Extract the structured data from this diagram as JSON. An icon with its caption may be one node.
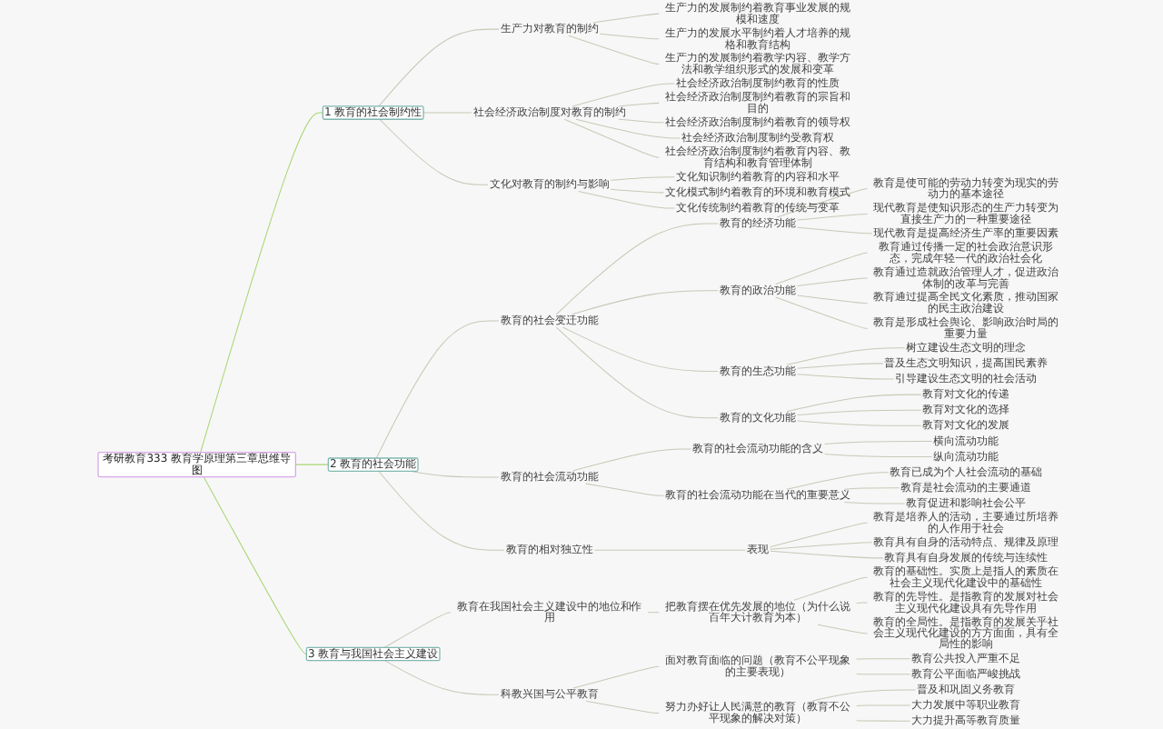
{
  "diagram": {
    "nodes": [
      {
        "text": [
          "考研教育333 教育学原理第三章思维导图"
        ]
      },
      {
        "text": [
          "1 教育的社会制约性"
        ]
      },
      {
        "text": [
          "生产力对教育的制约"
        ]
      },
      {
        "text": [
          "生产力的发展制约着教育事业发展的规模和速度"
        ]
      },
      {
        "text": [
          "生产力的发展水平制约着人才培养的规格和教育结构"
        ]
      },
      {
        "text": [
          "生产力的发展制约着教学内容、教学方法和教学组织形式的发展和变革"
        ]
      },
      {
        "text": [
          "社会经济政治制度对教育的制约"
        ]
      },
      {
        "text": [
          "社会经济政治制度制约教育的性质"
        ]
      },
      {
        "text": [
          "社会经济政治制度制约着教育的宗旨和目的"
        ]
      },
      {
        "text": [
          "社会经济政治制度制约着教育的领导权"
        ]
      },
      {
        "text": [
          "社会经济政治制度制约受教育权"
        ]
      },
      {
        "text": [
          "社会经济政治制度制约着教育内容、教育结构和教育管理体制"
        ]
      },
      {
        "text": [
          "文化对教育的制约与影响"
        ]
      },
      {
        "text": [
          "文化知识制约着教育的内容和水平"
        ]
      },
      {
        "text": [
          "文化模式制约着教育的环境和教育模式"
        ]
      },
      {
        "text": [
          "文化传统制约着教育的传统与变革"
        ]
      },
      {
        "text": [
          "2 教育的社会功能"
        ]
      },
      {
        "text": [
          "教育的社会变迁功能"
        ]
      },
      {
        "text": [
          "教育的经济功能"
        ]
      },
      {
        "text": [
          "教育是使可能的劳动力转变为现实的劳动力的基本途径"
        ]
      },
      {
        "text": [
          "现代教育是使知识形态的生产力转变为直接生产力的一种重要途径"
        ]
      },
      {
        "text": [
          "现代教育是提高经济生产率的重要因素"
        ]
      },
      {
        "text": [
          "教育的政治功能"
        ]
      },
      {
        "text": [
          "教育通过传播一定的社会政治意识形态，完成年轻一代的政治社会化"
        ]
      },
      {
        "text": [
          "教育通过造就政治管理人才，促进政治体制的改革与完善"
        ]
      },
      {
        "text": [
          "教育通过提高全民文化素质，推动国家的民主政治建设"
        ]
      },
      {
        "text": [
          "教育是形成社会舆论、影响政治时局的重要力量"
        ]
      },
      {
        "text": [
          "教育的生态功能"
        ]
      },
      {
        "text": [
          "树立建设生态文明的理念"
        ]
      },
      {
        "text": [
          "普及生态文明知识，提高国民素养"
        ]
      },
      {
        "text": [
          "引导建设生态文明的社会活动"
        ]
      },
      {
        "text": [
          "教育的文化功能"
        ]
      },
      {
        "text": [
          "教育对文化的传递"
        ]
      },
      {
        "text": [
          "教育对文化的选择"
        ]
      },
      {
        "text": [
          "教育对文化的发展"
        ]
      },
      {
        "text": [
          "教育的社会流动功能"
        ]
      },
      {
        "text": [
          "教育的社会流动功能的含义"
        ]
      },
      {
        "text": [
          "横向流动功能"
        ]
      },
      {
        "text": [
          "纵向流动功能"
        ]
      },
      {
        "text": [
          "教育的社会流动功能在当代的重要意义"
        ]
      },
      {
        "text": [
          "教育已成为个人社会流动的基础"
        ]
      },
      {
        "text": [
          "教育是社会流动的主要通道"
        ]
      },
      {
        "text": [
          "教育促进和影响社会公平"
        ]
      },
      {
        "text": [
          "教育的相对独立性"
        ]
      },
      {
        "text": [
          "表现"
        ]
      },
      {
        "text": [
          "教育是培养人的活动，主要通过所培养的人作用于社会"
        ]
      },
      {
        "text": [
          "教育具有自身的活动特点、规律及原理"
        ]
      },
      {
        "text": [
          "教育具有自身发展的传统与连续性"
        ]
      },
      {
        "text": [
          "3 教育与我国社会主义建设"
        ]
      },
      {
        "text": [
          "教育在我国社会主义建设中的地位和作用"
        ]
      },
      {
        "text": [
          "把教育摆在优先发展的地位（为什么说百年大计教育为本）"
        ]
      },
      {
        "text": [
          "教育的基础性。实质上是指人的素质在社会主义现代化建设中的基础性"
        ]
      },
      {
        "text": [
          "教育的先导性。是指教育的发展对社会主义现代化建设具有先导作用"
        ]
      },
      {
        "text": [
          "教育的全局性。是指教育的发展关乎社会主义现代化建设的方方面面，具有全局性的影响"
        ]
      },
      {
        "text": [
          "科教兴国与公平教育"
        ]
      },
      {
        "text": [
          "面对教育面临的问题（教育不公平现象的主要表现）"
        ]
      },
      {
        "text": [
          "教育公共投入严重不足"
        ]
      },
      {
        "text": [
          "教育公平面临严峻挑战"
        ]
      },
      {
        "text": [
          "努力办好让人民满意的教育（教育不公平现象的解决对策）"
        ]
      },
      {
        "text": [
          "普及和巩固义务教育"
        ]
      },
      {
        "text": [
          "大力发展中等职业教育"
        ]
      },
      {
        "text": [
          "大力提升高等教育质量"
        ]
      }
    ],
    "edges": [
      {
        "from": 0,
        "to": 1,
        "arrow": "none",
        "color": "#a8d672"
      },
      {
        "from": 0,
        "to": 16,
        "arrow": "none",
        "color": "#a8d672"
      },
      {
        "from": 0,
        "to": 48,
        "arrow": "none",
        "color": "#a8d672"
      },
      {
        "from": 1,
        "to": 2,
        "arrow": "none"
      },
      {
        "from": 2,
        "to": 3,
        "arrow": "none"
      },
      {
        "from": 2,
        "to": 4,
        "arrow": "none"
      },
      {
        "from": 2,
        "to": 5,
        "arrow": "none"
      },
      {
        "from": 1,
        "to": 6,
        "arrow": "none"
      },
      {
        "from": 6,
        "to": 7,
        "arrow": "none"
      },
      {
        "from": 6,
        "to": 8,
        "arrow": "none"
      },
      {
        "from": 6,
        "to": 9,
        "arrow": "none"
      },
      {
        "from": 6,
        "to": 10,
        "arrow": "none"
      },
      {
        "from": 6,
        "to": 11,
        "arrow": "none"
      },
      {
        "from": 1,
        "to": 12,
        "arrow": "none"
      },
      {
        "from": 12,
        "to": 13,
        "arrow": "none"
      },
      {
        "from": 12,
        "to": 14,
        "arrow": "none"
      },
      {
        "from": 12,
        "to": 15,
        "arrow": "none"
      },
      {
        "from": 16,
        "to": 17,
        "arrow": "none"
      },
      {
        "from": 17,
        "to": 18,
        "arrow": "none"
      },
      {
        "from": 18,
        "to": 19,
        "arrow": "none"
      },
      {
        "from": 18,
        "to": 20,
        "arrow": "none"
      },
      {
        "from": 18,
        "to": 21,
        "arrow": "none"
      },
      {
        "from": 17,
        "to": 22,
        "arrow": "none"
      },
      {
        "from": 22,
        "to": 23,
        "arrow": "none"
      },
      {
        "from": 22,
        "to": 24,
        "arrow": "none"
      },
      {
        "from": 22,
        "to": 25,
        "arrow": "none"
      },
      {
        "from": 22,
        "to": 26,
        "arrow": "none"
      },
      {
        "from": 17,
        "to": 27,
        "arrow": "none"
      },
      {
        "from": 27,
        "to": 28,
        "arrow": "none"
      },
      {
        "from": 27,
        "to": 29,
        "arrow": "none"
      },
      {
        "from": 27,
        "to": 30,
        "arrow": "none"
      },
      {
        "from": 17,
        "to": 31,
        "arrow": "none"
      },
      {
        "from": 31,
        "to": 32,
        "arrow": "none"
      },
      {
        "from": 31,
        "to": 33,
        "arrow": "none"
      },
      {
        "from": 31,
        "to": 34,
        "arrow": "none"
      },
      {
        "from": 16,
        "to": 35,
        "arrow": "none"
      },
      {
        "from": 35,
        "to": 36,
        "arrow": "none"
      },
      {
        "from": 36,
        "to": 37,
        "arrow": "none"
      },
      {
        "from": 36,
        "to": 38,
        "arrow": "none"
      },
      {
        "from": 35,
        "to": 39,
        "arrow": "none"
      },
      {
        "from": 39,
        "to": 40,
        "arrow": "none"
      },
      {
        "from": 39,
        "to": 41,
        "arrow": "none"
      },
      {
        "from": 39,
        "to": 42,
        "arrow": "none"
      },
      {
        "from": 16,
        "to": 43,
        "arrow": "none"
      },
      {
        "from": 43,
        "to": 44,
        "arrow": "none"
      },
      {
        "from": 44,
        "to": 45,
        "arrow": "none"
      },
      {
        "from": 44,
        "to": 46,
        "arrow": "none"
      },
      {
        "from": 44,
        "to": 47,
        "arrow": "none"
      },
      {
        "from": 48,
        "to": 49,
        "arrow": "none"
      },
      {
        "from": 49,
        "to": 50,
        "arrow": "none"
      },
      {
        "from": 50,
        "to": 51,
        "arrow": "none"
      },
      {
        "from": 50,
        "to": 52,
        "arrow": "none"
      },
      {
        "from": 50,
        "to": 53,
        "arrow": "none"
      },
      {
        "from": 48,
        "to": 54,
        "arrow": "none"
      },
      {
        "from": 54,
        "to": 55,
        "arrow": "none"
      },
      {
        "from": 55,
        "to": 56,
        "arrow": "none"
      },
      {
        "from": 55,
        "to": 57,
        "arrow": "none"
      },
      {
        "from": 54,
        "to": 58,
        "arrow": "none"
      },
      {
        "from": 58,
        "to": 59,
        "arrow": "none"
      },
      {
        "from": 58,
        "to": 60,
        "arrow": "none"
      },
      {
        "from": 58,
        "to": 61,
        "arrow": "none"
      }
    ]
  }
}
